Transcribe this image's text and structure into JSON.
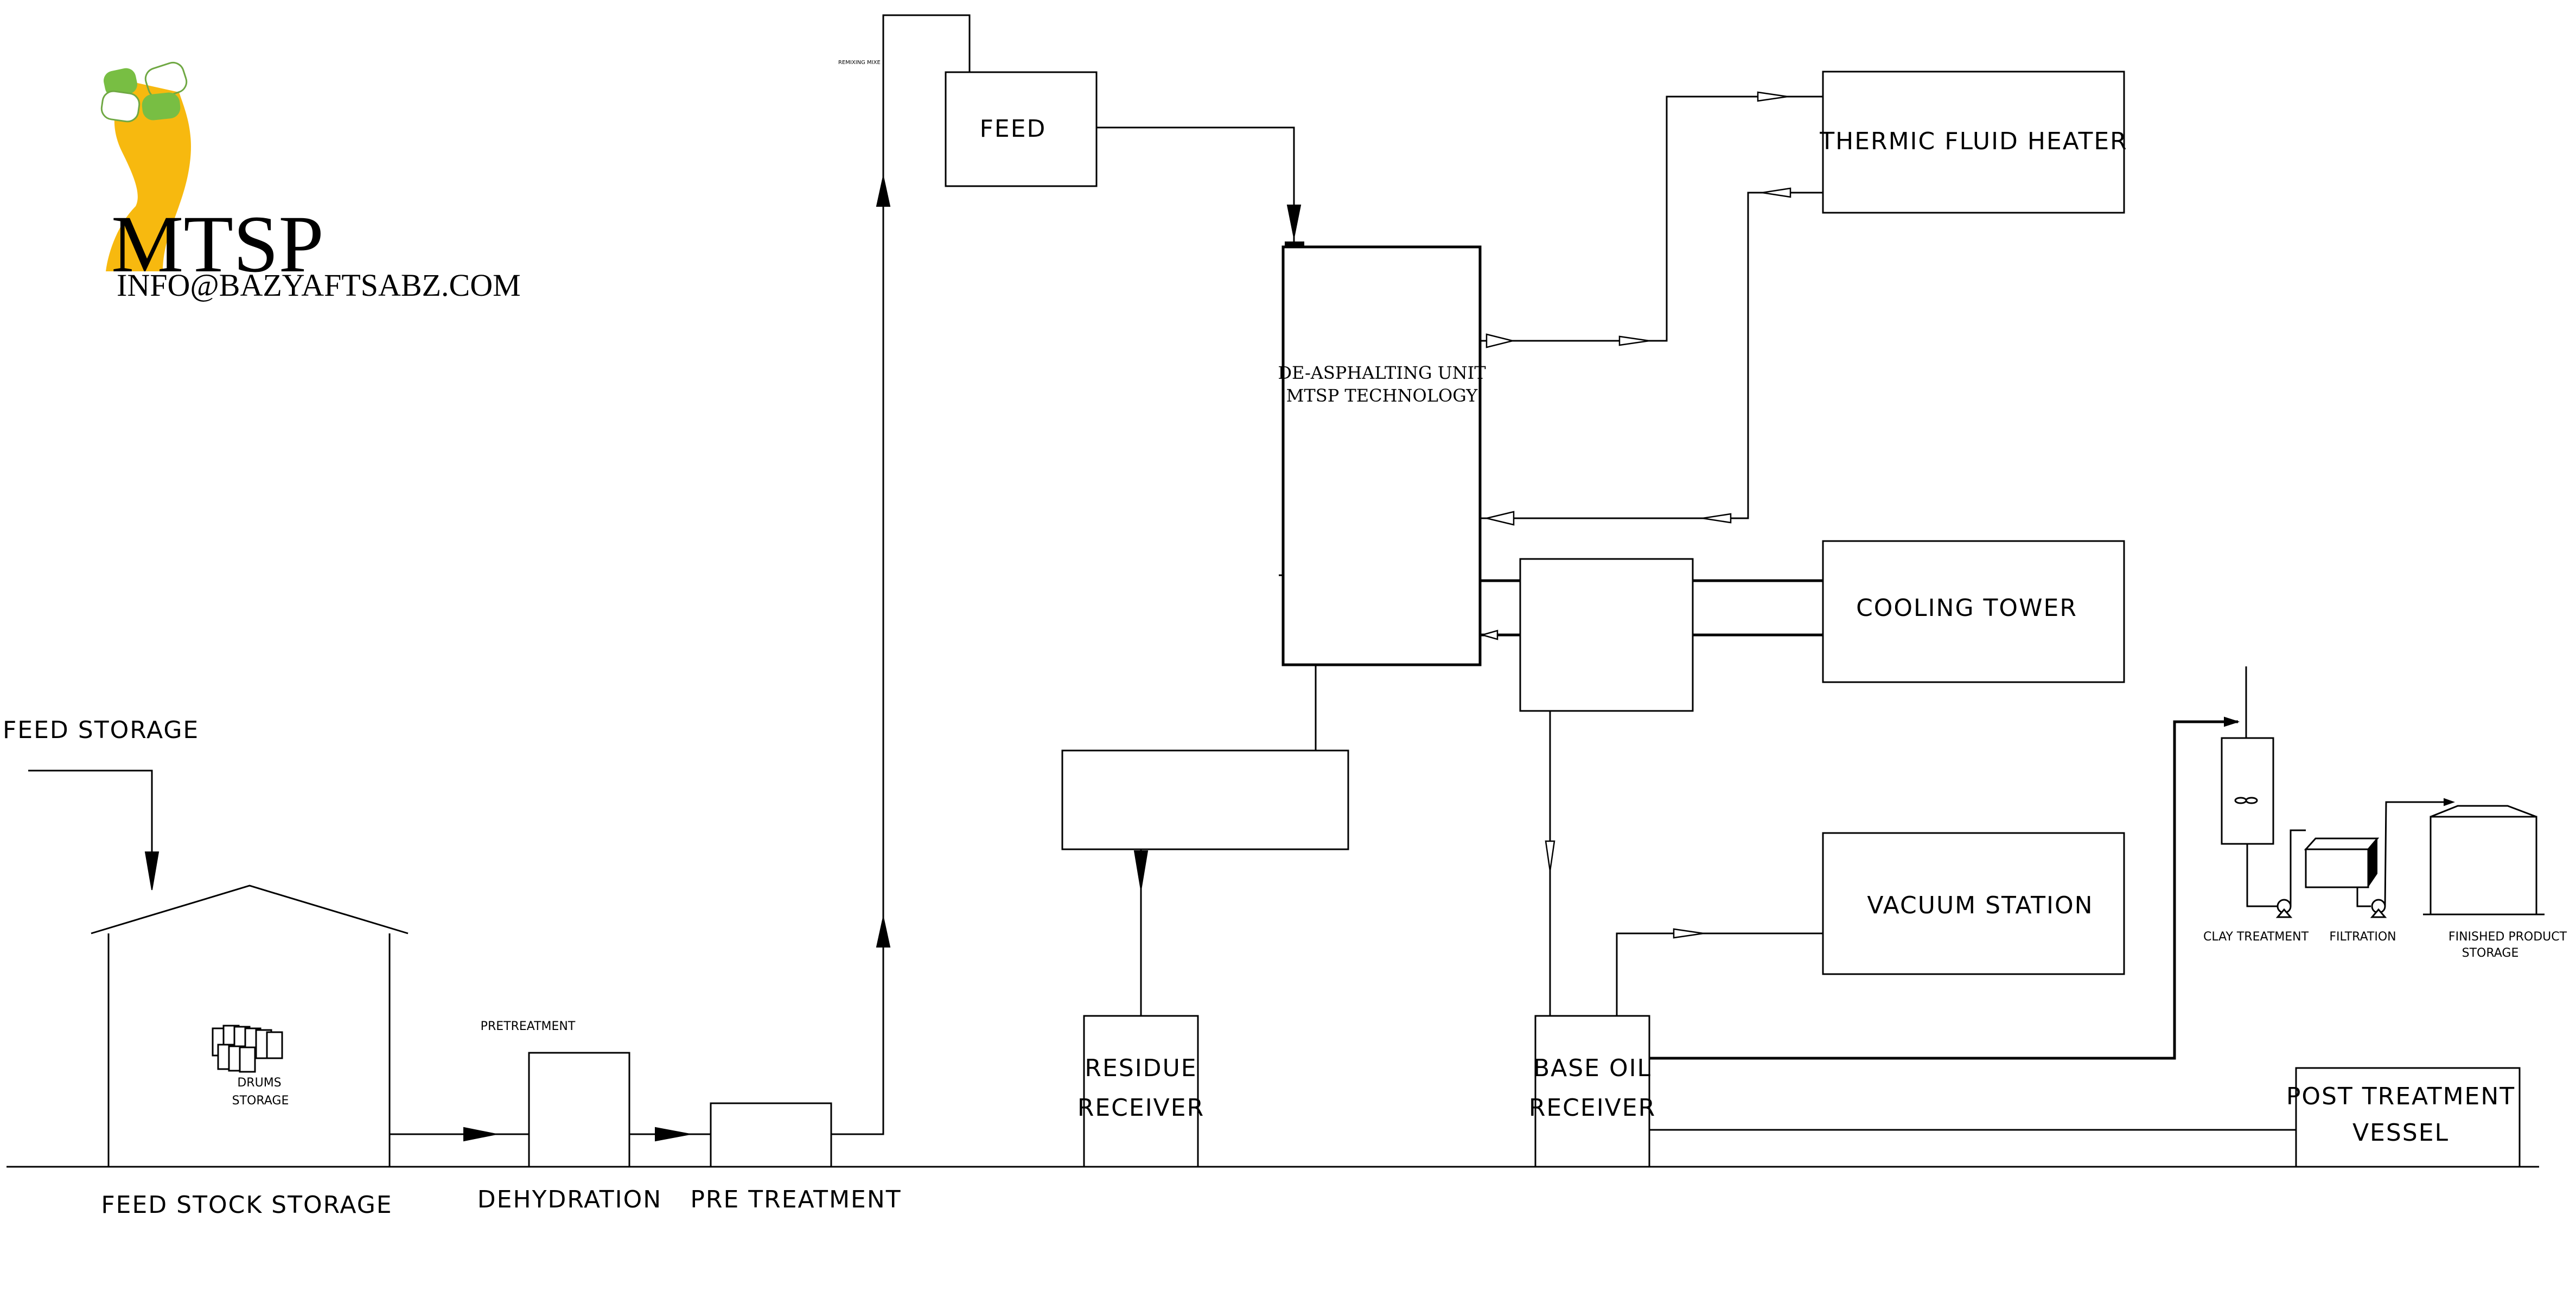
{
  "logo": {
    "brand": "MTSP",
    "email": "INFO@BAZYAFTSABZ.COM",
    "colors": {
      "yellow": "#F7B90F",
      "green": "#78BE43",
      "outline": "#6FA843"
    }
  },
  "nodes": {
    "feed_storage": "FEED  STORAGE",
    "feed_stock_storage": "FEED  STOCK  STORAGE",
    "drums_storage": [
      "DRUMS",
      "STORAGE"
    ],
    "pretreatment_tag": "PRETREATMENT",
    "dehydration": "DEHYDRATION",
    "pre_treatment": "PRE  TREATMENT",
    "feed": "FEED",
    "deasphalting": [
      "DE-ASPHALTING UNIT",
      "MTSP TECHNOLOGY"
    ],
    "thermic_fluid_heater": "THERMIC  FLUID  HEATER",
    "cooling_tower": "COOLING  TOWER",
    "vacuum_station": "VACUUM  STATION",
    "residue_receiver": [
      "RESIDUE",
      "RECEIVER"
    ],
    "base_oil_receiver": [
      "BASE  OIL",
      "RECEIVER"
    ],
    "post_treatment_vessel": [
      "POST  TREATMENT",
      "VESSEL"
    ],
    "clay_treatment": "CLAY  TREATMENT",
    "filtration": "FILTRATION",
    "finished_product_storage": [
      "FINISHED  PRODUCT",
      "STORAGE"
    ],
    "feed_tag": "REMIXING MIXE"
  }
}
